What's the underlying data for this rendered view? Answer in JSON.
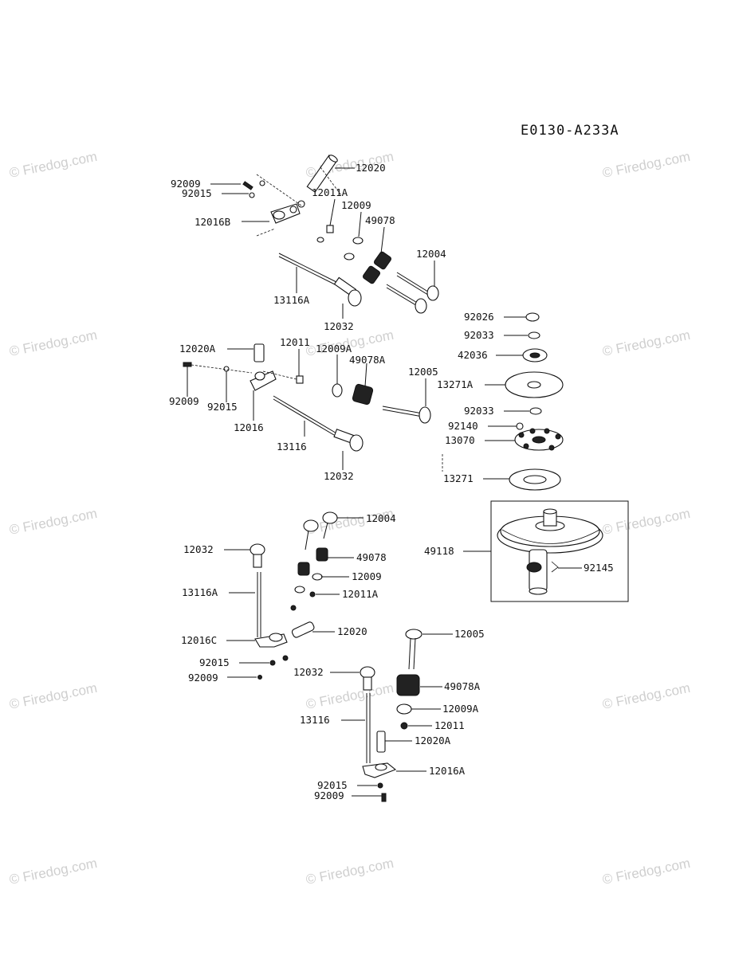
{
  "diagram": {
    "code": "E0130-A233A",
    "watermark": "© Firedog.com",
    "labels": {
      "l12020": "12020",
      "l92009": "92009",
      "l92015": "92015",
      "l12011A": "12011A",
      "l12009": "12009",
      "l49078": "49078",
      "l12016B": "12016B",
      "l12004": "12004",
      "l13116A": "13116A",
      "l12032": "12032",
      "l12020A": "12020A",
      "l12011": "12011",
      "l12009A": "12009A",
      "l49078A": "49078A",
      "l12005": "12005",
      "l92009b": "92009",
      "l92015b": "92015",
      "l12016": "12016",
      "l13116": "13116",
      "l12032b": "12032",
      "l92026": "92026",
      "l92033": "92033",
      "l42036": "42036",
      "l13271A": "13271A",
      "l92033b": "92033",
      "l92140": "92140",
      "l13070": "13070",
      "l13271": "13271",
      "l49118": "49118",
      "l92145": "92145",
      "l12004b": "12004",
      "l12032c": "12032",
      "l49078b": "49078",
      "l12009b": "12009",
      "l13116Ab": "13116A",
      "l12011Ab": "12011A",
      "l12016C": "12016C",
      "l12020b": "12020",
      "l92015c": "92015",
      "l92009c": "92009",
      "l12005b": "12005",
      "l12032d": "12032",
      "l49078Ab": "49078A",
      "l12009Ab": "12009A",
      "l13116b": "13116",
      "l12011b": "12011",
      "l12020Ab": "12020A",
      "l12016A": "12016A",
      "l92015d": "92015",
      "l92009d": "92009"
    }
  }
}
